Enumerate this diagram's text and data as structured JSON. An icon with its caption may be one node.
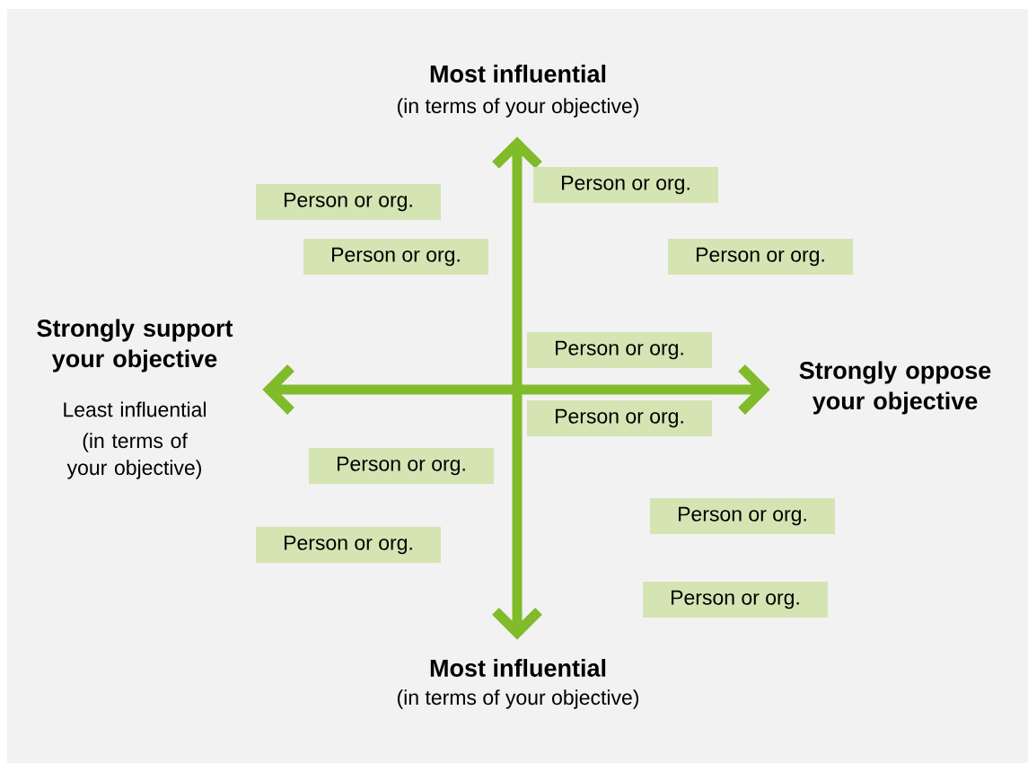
{
  "diagram": {
    "nodes": [
      {
        "text": [
          "Person or org."
        ]
      },
      {
        "text": [
          "Person or org."
        ]
      },
      {
        "text": [
          "Person or org."
        ]
      },
      {
        "text": [
          "Person or org."
        ]
      },
      {
        "text": [
          "Person or org."
        ]
      },
      {
        "text": [
          "Person or org."
        ]
      },
      {
        "text": [
          "Person or org."
        ]
      },
      {
        "text": [
          "Person or org."
        ]
      },
      {
        "text": [
          "Person or org."
        ]
      },
      {
        "text": [
          "Person or org."
        ]
      }
    ],
    "labels": [
      "Most influential",
      "(in terms of your objective)",
      "Strongly support your objective",
      "Least influential",
      "(in terms of your objective)",
      "Strongly oppose your objective",
      "Most influential",
      "(in terms of your objective)"
    ]
  }
}
